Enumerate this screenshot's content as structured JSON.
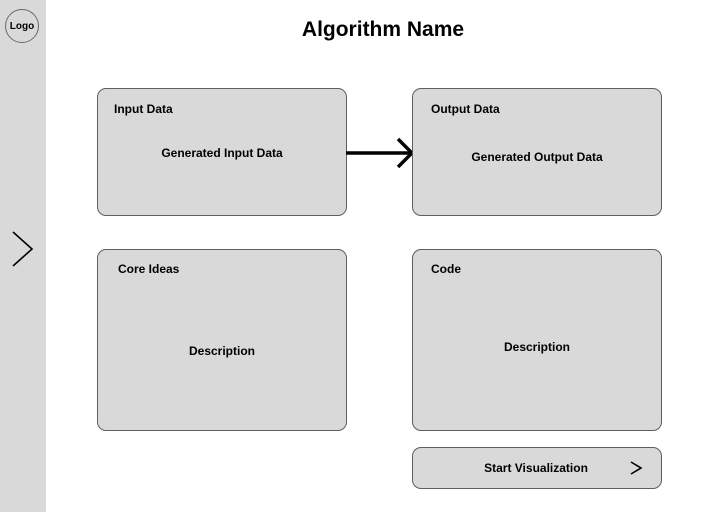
{
  "sidebar": {
    "logo_text": "Logo",
    "toggle_icon": "chevron-right-icon"
  },
  "header": {
    "title": "Algorithm Name"
  },
  "cards": {
    "input": {
      "label": "Input Data",
      "body": "Generated Input Data"
    },
    "output": {
      "label": "Output Data",
      "body": "Generated Output Data"
    },
    "core": {
      "label": "Core Ideas",
      "body": "Description"
    },
    "code": {
      "label": "Code",
      "body": "Description"
    }
  },
  "flow": {
    "icon": "arrow-right-icon"
  },
  "actions": {
    "start_label": "Start Visualization",
    "start_icon": "chevron-right-icon"
  },
  "colors": {
    "panel": "#d9d9d9",
    "border": "#5e5e5e",
    "text": "#000000",
    "background": "#ffffff"
  }
}
